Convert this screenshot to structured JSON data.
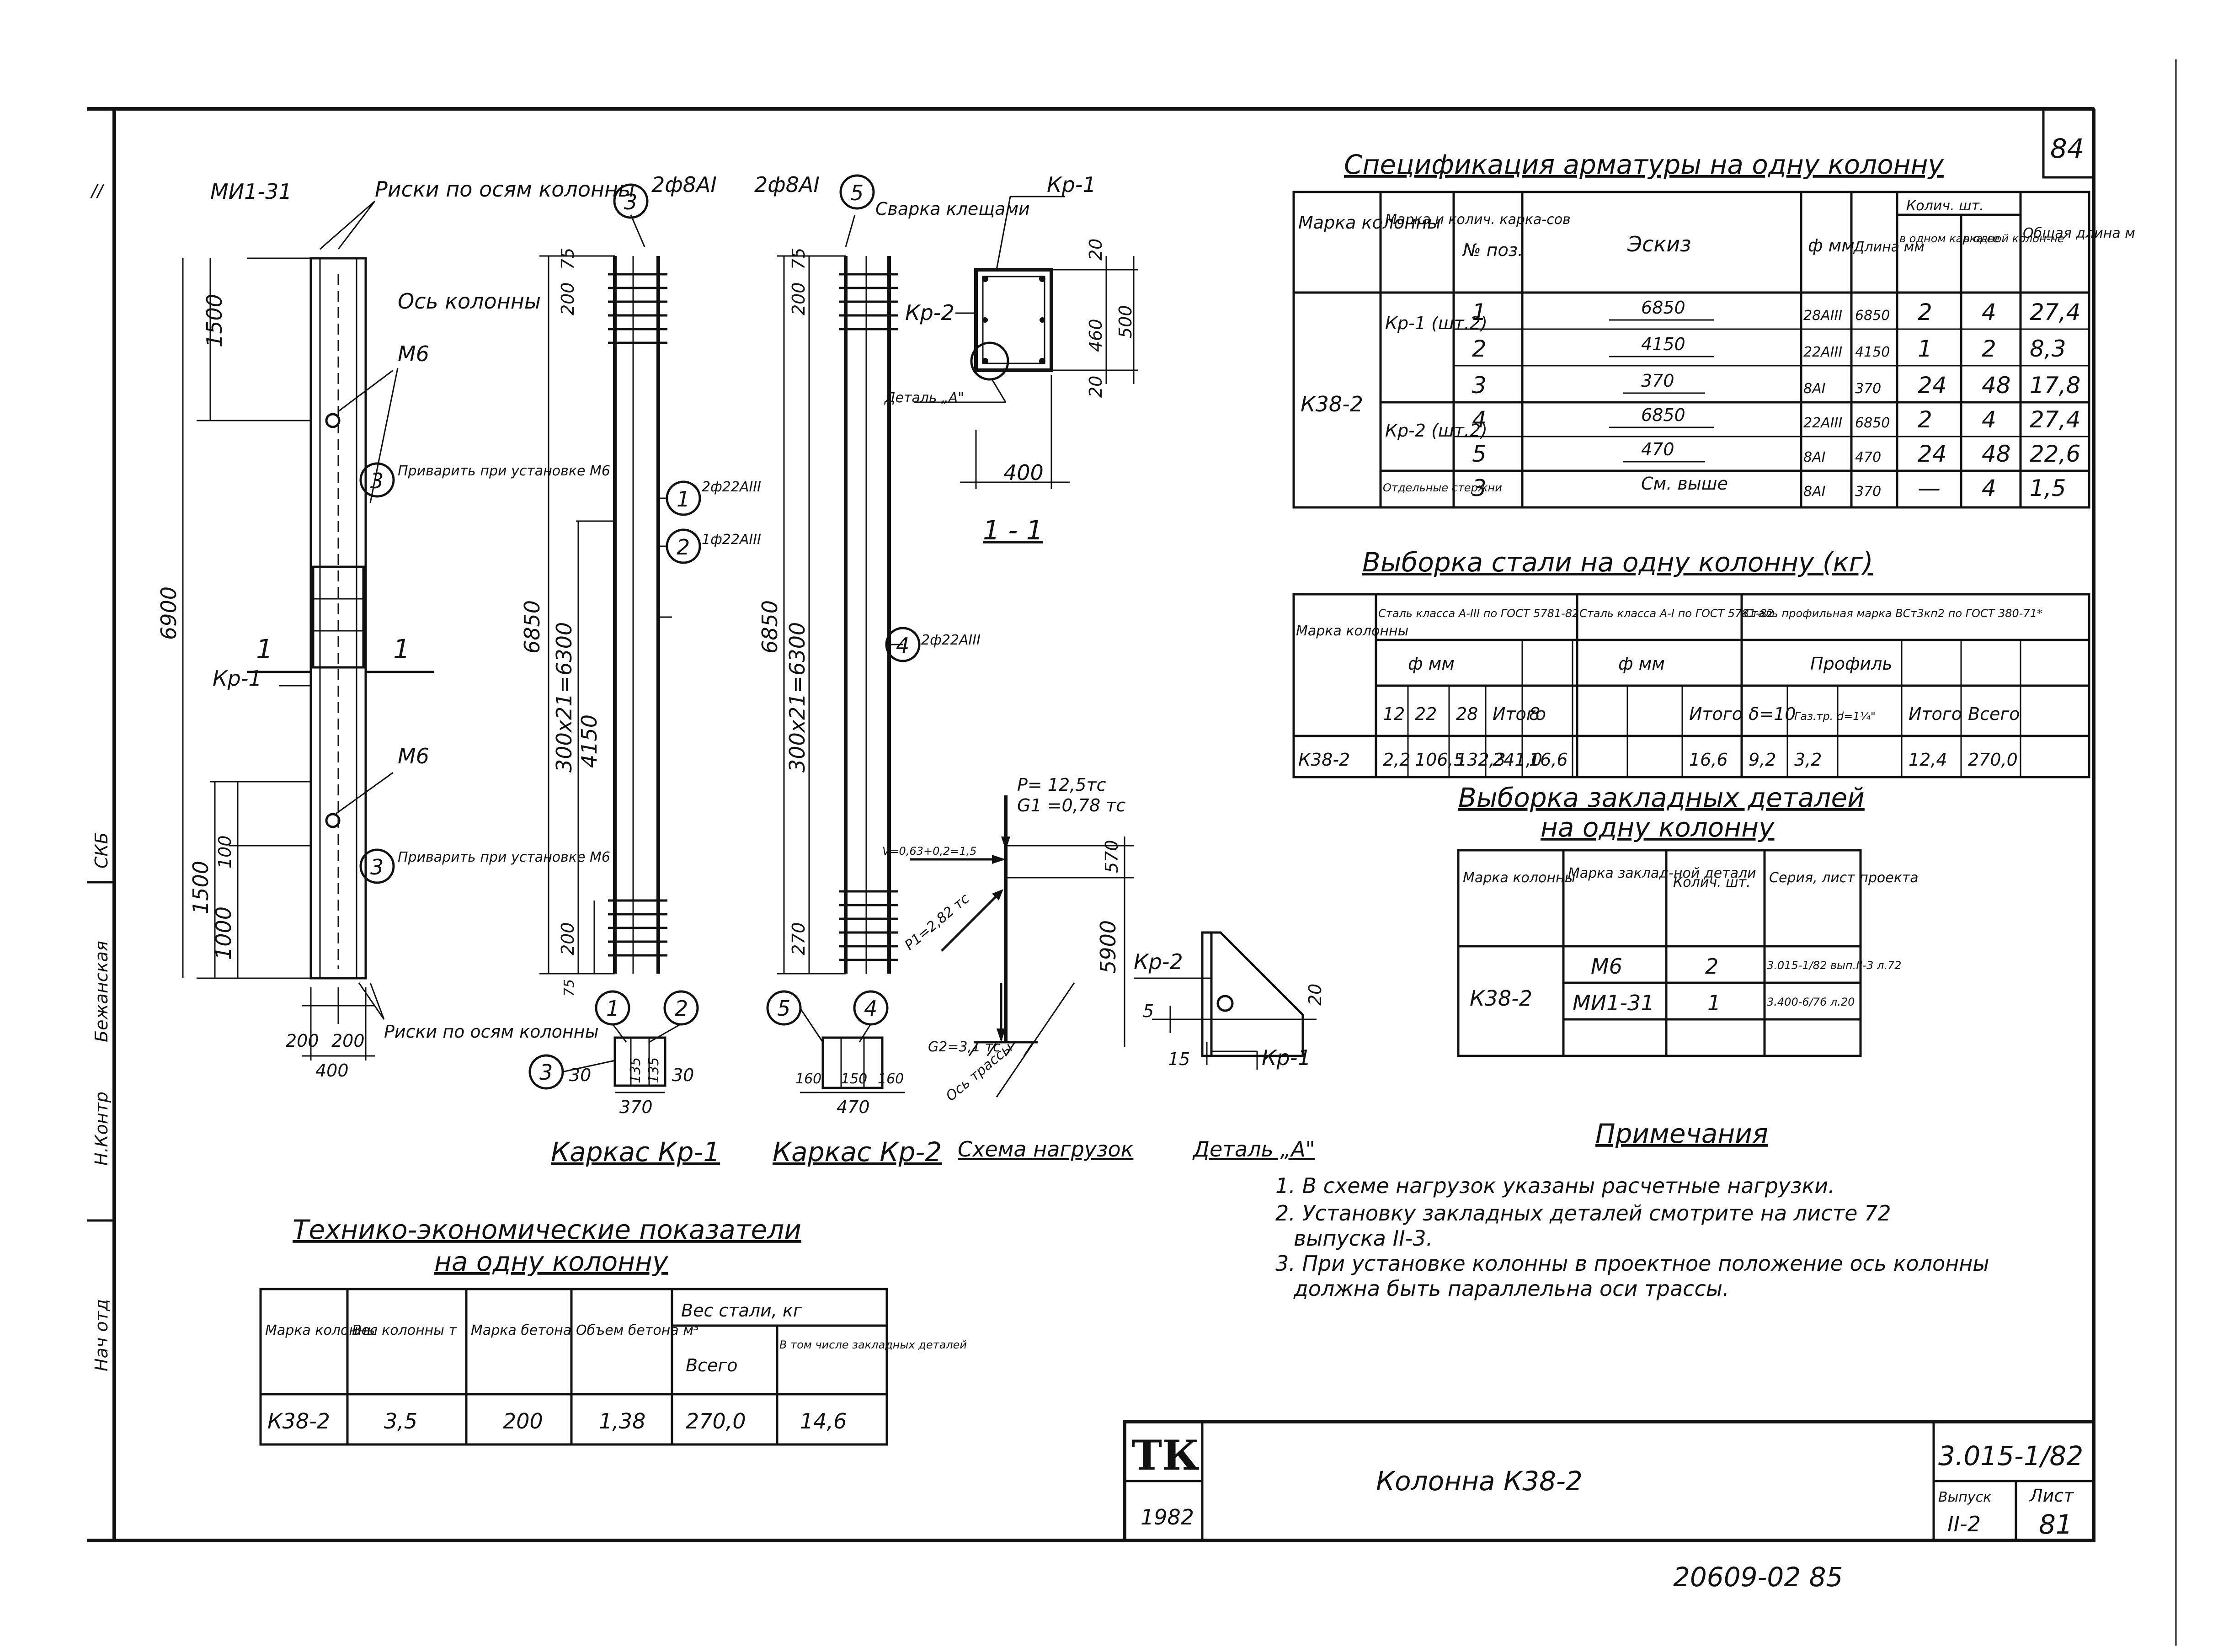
{
  "page_number": "84",
  "side_stamp": {
    "top_mark": "//",
    "vlabel1": "Бежанская",
    "vlabel2": "СКБ",
    "vlabel3": "Н.Контр",
    "vlabel4": "Нач отд"
  },
  "column": {
    "mark_top": "МИ1-31",
    "note_axes": "Риски по осям колонны",
    "axis": "Ось колонны",
    "m6_top": "М6",
    "m6_bot": "М6",
    "weld_note": "Приварить при установке М6",
    "section_label": "1",
    "kr1": "Кр-1",
    "dims": {
      "d1500": "1500",
      "d6900": "6900",
      "d100": "100",
      "d1500b": "1500",
      "d1000": "1000",
      "w200a": "200",
      "w200b": "200",
      "w400": "400"
    },
    "pos3": "3"
  },
  "kr1": {
    "top_left": "2ф8АI",
    "top_right": "2ф8АI",
    "pos_top": "3",
    "d75": "75",
    "d200": "200",
    "d6850": "6850",
    "d300": "300х21=6300",
    "d4150": "4150",
    "d200b": "200",
    "d75b": "75",
    "pos1": "1",
    "rod1": "2ф22АIII",
    "pos2": "2",
    "rod2": "1ф22АIII",
    "sec": {
      "a": "30",
      "b": "135",
      "c": "135",
      "d": "30",
      "w": "370"
    },
    "caption": "Каркас Кр-1"
  },
  "kr2": {
    "pos_top": "5",
    "d75": "75",
    "d200": "200",
    "d6850": "6850",
    "d300": "300х21=6300",
    "d200b": "270",
    "pos4": "4",
    "rod4": "2ф22АIII",
    "sec": {
      "a": "160",
      "b": "150",
      "c": "160",
      "w": "470"
    },
    "caption": "Каркас Кр-2"
  },
  "section11": {
    "kr1": "Кр-1",
    "weld": "Сварка клещами",
    "kr2": "Кр-2",
    "detail": "Деталь „А\"",
    "d20": "20",
    "d460": "460",
    "d500": "500",
    "d20b": "20",
    "d400": "400",
    "title": "1 - 1"
  },
  "loads": {
    "p": "P= 12,5тс",
    "g1": "G1 =0,78 тс",
    "v": "V=0,63+0,2=1,5",
    "p1": "P1=2,82 тс",
    "g2": "G2=3,1 тс",
    "axis": "Ось трассы",
    "d570": "570",
    "d5900": "5900",
    "caption": "Схема нагрузок"
  },
  "detailA": {
    "kr2": "Кр-2",
    "kr1": "Кр-1",
    "d5": "5",
    "d15": "15",
    "d20": "20",
    "caption": "Деталь „А\""
  },
  "spec": {
    "title": "Спецификация арматуры на одну колонну",
    "headers": [
      "Марка колонны",
      "Марка и колич. карка-сов",
      "№ поз.",
      "Эскиз",
      "ф мм",
      "Длина мм",
      "Колич. шт.",
      "в одном карка-се",
      "в одной колон-не",
      "Общая длина м"
    ],
    "col_mark": "К38-2",
    "frame1": "Кр-1 (шт.2)",
    "frame2": "Кр-2 (шт.2)",
    "frame3": "Отдельные стержни",
    "rows": [
      {
        "pos": "1",
        "sketch": "6850",
        "d": "28АIII",
        "len": "6850",
        "n1": "2",
        "n2": "4",
        "total": "27,4"
      },
      {
        "pos": "2",
        "sketch": "4150",
        "d": "22АIII",
        "len": "4150",
        "n1": "1",
        "n2": "2",
        "total": "8,3"
      },
      {
        "pos": "3",
        "sketch": "370",
        "d": "8АI",
        "len": "370",
        "n1": "24",
        "n2": "48",
        "total": "17,8"
      },
      {
        "pos": "4",
        "sketch": "6850",
        "d": "22АIII",
        "len": "6850",
        "n1": "2",
        "n2": "4",
        "total": "27,4"
      },
      {
        "pos": "5",
        "sketch": "470",
        "d": "8АI",
        "len": "470",
        "n1": "24",
        "n2": "48",
        "total": "22,6"
      },
      {
        "pos": "3",
        "sketch": "См. выше",
        "d": "8АI",
        "len": "370",
        "n1": "—",
        "n2": "4",
        "total": "1,5"
      }
    ]
  },
  "steel": {
    "title": "Выборка стали на одну колонну (кг)",
    "h_mark": "Марка колонны",
    "h_a3": "Сталь класса А-III по ГОСТ 5781-82",
    "h_a1": "Сталь класса А-I по ГОСТ 5781-82",
    "h_prof": "Сталь профильная марка ВСт3кп2 по ГОСТ 380-71*",
    "h_phi": "ф мм",
    "h_phi2": "ф мм",
    "h_profile": "Профиль",
    "cols": [
      "12",
      "22",
      "28",
      "Итого",
      "8",
      "",
      "",
      "Итого",
      "δ=10",
      "Газ.тр. d=1¼\"",
      "",
      "Итого",
      "Всего"
    ],
    "row": [
      "К38-2",
      "2,2",
      "106,5",
      "132,3",
      "241,0",
      "16,6",
      "",
      "",
      "16,6",
      "9,2",
      "3,2",
      "",
      "12,4",
      "270,0"
    ]
  },
  "embed": {
    "title1": "Выборка закладных деталей",
    "title2": "на одну колонну",
    "headers": [
      "Марка колонны",
      "Марка заклад-ной детали",
      "Колич. шт.",
      "Серия, лист проекта"
    ],
    "mark": "К38-2",
    "rows": [
      {
        "part": "М6",
        "qty": "2",
        "ser": "3.015-1/82 вып.II-3 л.72"
      },
      {
        "part": "МИ1-31",
        "qty": "1",
        "ser": "3.400-6/76 л.20"
      }
    ]
  },
  "notes": {
    "title": "Примечания",
    "items": [
      "1. В схеме нагрузок указаны расчетные нагрузки.",
      "2. Установку закладных деталей смотрите на листе 72",
      "выпуска II-3.",
      "3. При установке колонны в проектное положение ось колонны",
      "должна быть параллельна оси трассы."
    ]
  },
  "tech": {
    "title1": "Технико-экономические показатели",
    "title2": "на одну колонну",
    "headers": [
      "Марка колонны",
      "Вес колонны т",
      "Марка бетона",
      "Объем бетона м³",
      "Вес стали, кг",
      "Всего",
      "В том числе закладных деталей"
    ],
    "row": [
      "К38-2",
      "3,5",
      "200",
      "1,38",
      "270,0",
      "14,6"
    ]
  },
  "stamp": {
    "logo": "ТК",
    "year": "1982",
    "title": "Колонна К38-2",
    "series": "3.015-1/82",
    "issue_label": "Выпуск",
    "issue": "II-2",
    "sheet_label": "Лист",
    "sheet": "81"
  },
  "footer_code": "20609-02 85"
}
